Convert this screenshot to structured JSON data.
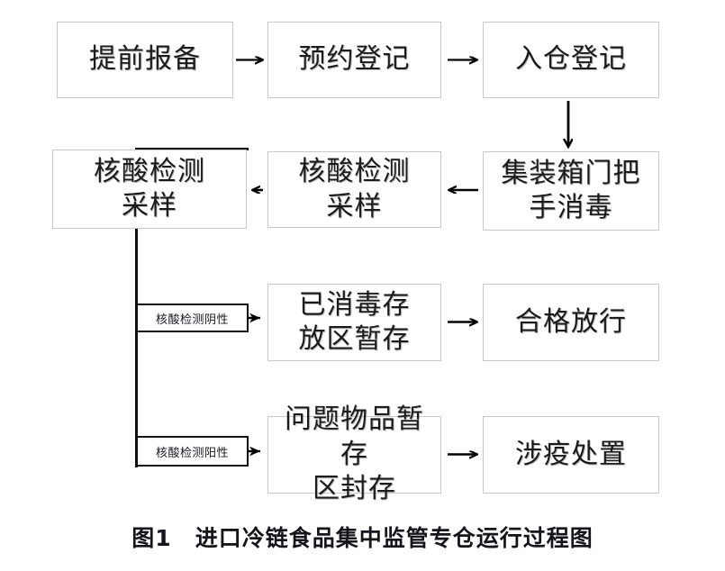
{
  "figure": {
    "caption": "图1　进口冷链食品集中监管专仓运行过程图",
    "caption_number": "图1",
    "caption_title": "进口冷链食品集中监管专仓运行过程图"
  },
  "nodes": {
    "pre_report": "提前报备",
    "appointment": "预约登记",
    "entry_registration": "入仓登记",
    "container_door_disinfection": "集装箱门把\n手消毒",
    "nucleic_sampling_1": "核酸检测\n采样",
    "nucleic_sampling_2": "核酸检测\n采样",
    "disinfected_storage": "已消毒存\n放区暂存",
    "qualified_release": "合格放行",
    "problem_goods_seal": "问题物品暂存\n区封存",
    "epidemic_disposal": "涉疫处置"
  },
  "branch_labels": {
    "negative": "核酸检测阴性",
    "positive": "核酸检测阳性"
  },
  "connectors": [
    {
      "id": "pre-report-to-appointment",
      "from": "pre_report",
      "to": "appointment",
      "direction": "right"
    },
    {
      "id": "appointment-to-entry",
      "from": "appointment",
      "to": "entry_registration",
      "direction": "right"
    },
    {
      "id": "entry-to-disinfection",
      "from": "entry_registration",
      "to": "container_door_disinfection",
      "direction": "down"
    },
    {
      "id": "disinfection-to-sampling1",
      "from": "container_door_disinfection",
      "to": "nucleic_sampling_1",
      "direction": "left"
    },
    {
      "id": "sampling1-to-sampling2",
      "from": "nucleic_sampling_1",
      "to": "nucleic_sampling_2",
      "direction": "left"
    },
    {
      "id": "sampling2-to-negative",
      "from": "nucleic_sampling_2",
      "to": "negative",
      "direction": "down-right"
    },
    {
      "id": "negative-to-storage",
      "from": "negative",
      "to": "disinfected_storage",
      "direction": "right"
    },
    {
      "id": "storage-to-release",
      "from": "disinfected_storage",
      "to": "qualified_release",
      "direction": "right"
    },
    {
      "id": "sampling2-to-positive",
      "from": "nucleic_sampling_2",
      "to": "positive",
      "direction": "down-right"
    },
    {
      "id": "positive-to-seal",
      "from": "positive",
      "to": "problem_goods_seal",
      "direction": "right"
    },
    {
      "id": "seal-to-disposal",
      "from": "problem_goods_seal",
      "to": "epidemic_disposal",
      "direction": "right"
    }
  ],
  "colors": {
    "background": "#ffffff",
    "node_border": "#c9c9c9",
    "label_border": "#111111",
    "arrow": "#000000",
    "text": "#1b1b1b"
  }
}
